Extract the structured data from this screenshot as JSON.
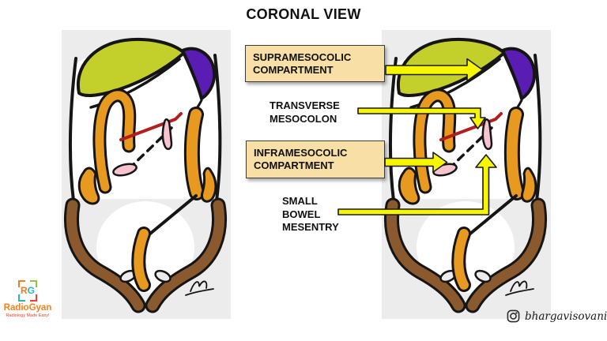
{
  "title": "CORONAL VIEW",
  "annotations": {
    "supramesocolic": {
      "line1": "SUPRAMESOCOLIC",
      "line2": "COMPARTMENT"
    },
    "transverse_mesocolon": {
      "line1": "TRANSVERSE",
      "line2": "MESOCOLON"
    },
    "inframesocolic": {
      "line1": "INFRAMESOCOLIC",
      "line2": "COMPARTMENT"
    },
    "small_bowel_mesentery": {
      "line1": "SMALL",
      "line2": "BOWEL",
      "line3": "MESENTRY"
    }
  },
  "branding": {
    "monogram_r": "R",
    "monogram_g": "G",
    "name": "RadioGyan",
    "tagline": "Radiology Made Easy!",
    "instagram_handle": "bhargavisovani"
  },
  "colors": {
    "liver_green": "#c3d02b",
    "spleen_purple": "#5a1db4",
    "colon_orange": "#e8991f",
    "pelvis_brown": "#8a5a2e",
    "small_bowel_pink": "#f6c3ce",
    "mesocolon_red": "#b21d1d",
    "arrow_yellow": "#f7f500",
    "label_box_fill": "#f8dfa6",
    "panel_background": "#ececec",
    "logo_orange": "#f47b20",
    "logo_green": "#8dc63f",
    "logo_teal": "#2bb6bb",
    "logo_red": "#ef4136"
  }
}
